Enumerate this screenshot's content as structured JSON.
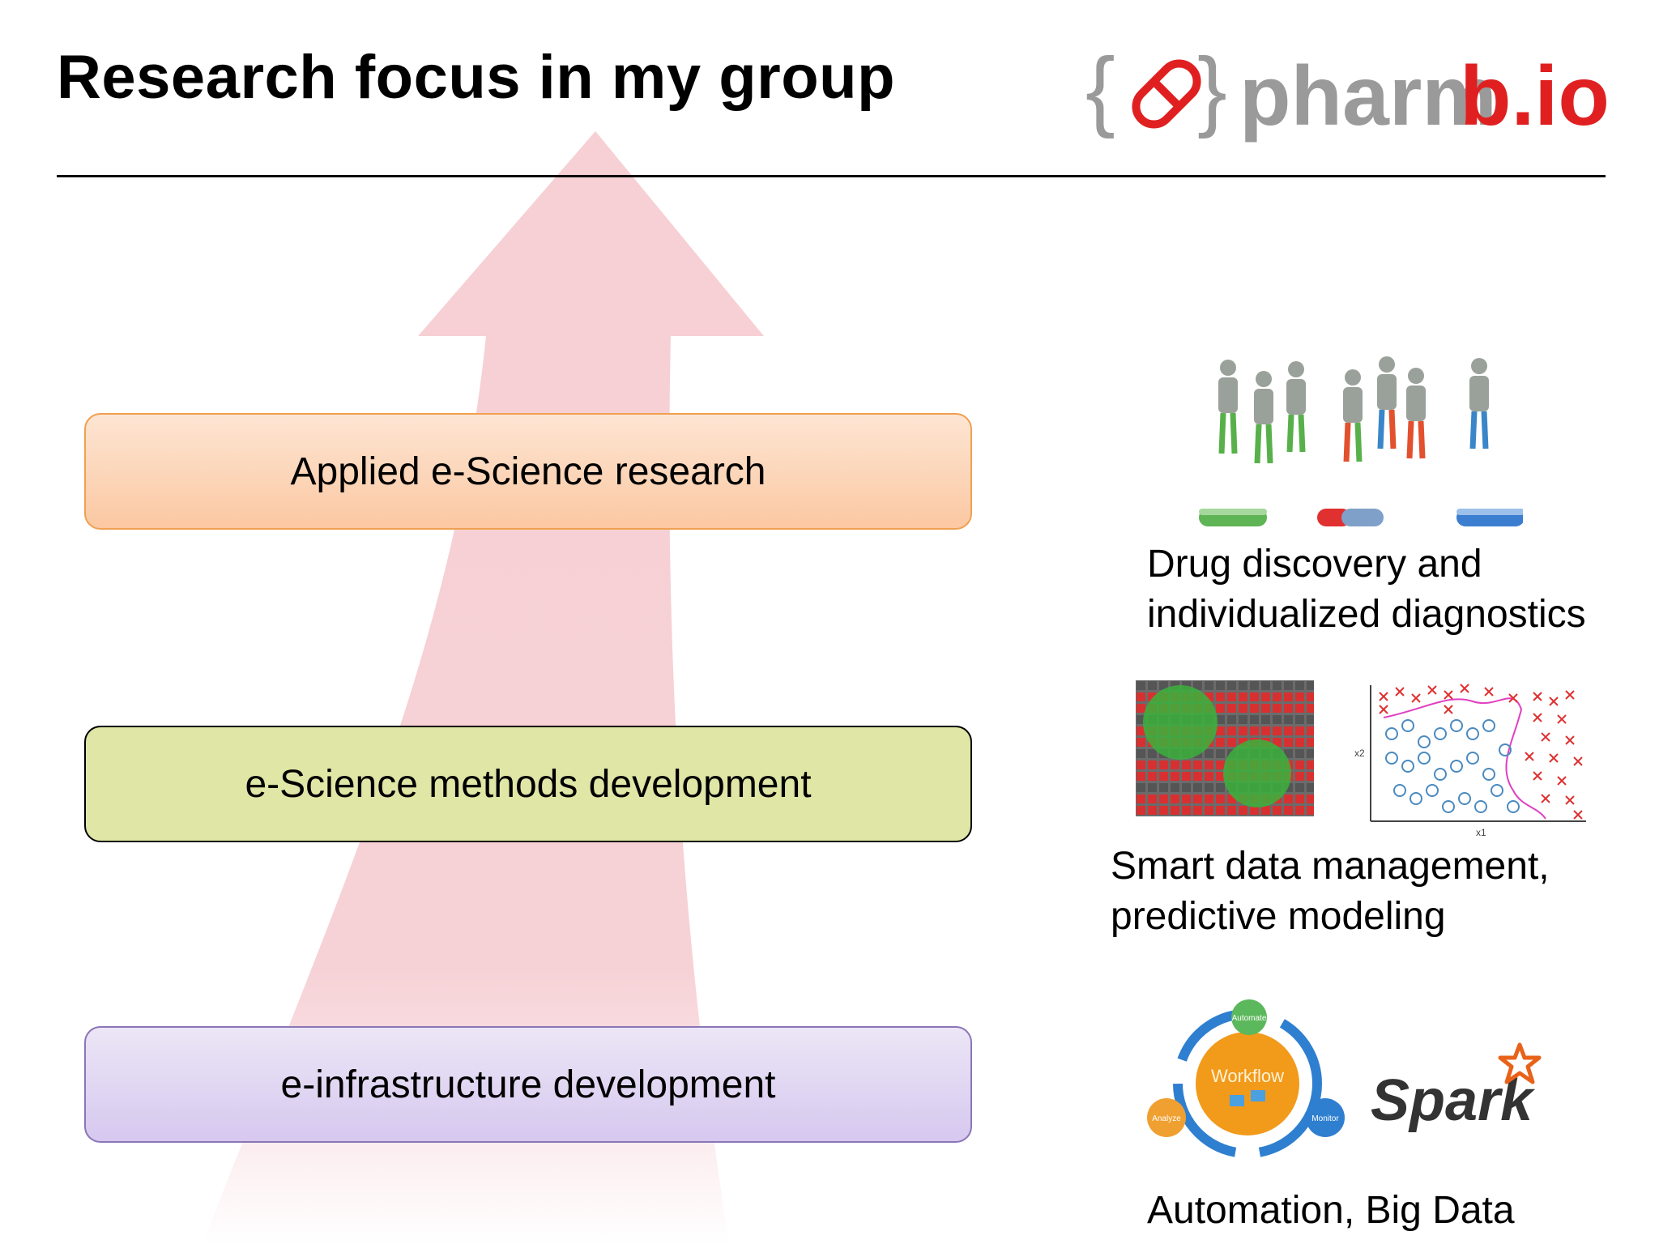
{
  "slide": {
    "title": "Research focus in my group"
  },
  "logo": {
    "text_light": "pharm",
    "text_bold": "b.io",
    "brace_left": "{",
    "brace_right": "}",
    "color_grey": "#9a9a9a",
    "color_red": "#e02020"
  },
  "levels": [
    {
      "label": "Applied e-Science research",
      "color": "#fbc8a2"
    },
    {
      "label": "e-Science methods development",
      "color": "#dfe6a6"
    },
    {
      "label": "e-infrastructure development",
      "color": "#d6c8ef"
    }
  ],
  "captions": {
    "drug": [
      "Drug discovery and",
      "individualized diagnostics"
    ],
    "smart": [
      "Smart data management,",
      "predictive modeling"
    ],
    "automation": "Automation, Big Data"
  },
  "workflow_diagram": {
    "center": "Workflow",
    "automate": "Automate",
    "analyze": "Analyze",
    "monitor": "Monitor"
  },
  "plot_labels": {
    "x_axis": "x1",
    "y_axis": "x2"
  },
  "spark": {
    "text": "Spark"
  },
  "icons": [
    "people-figures-icon",
    "pill-icon",
    "cell-grid-image-icon",
    "scatter-classification-icon",
    "workflow-cycle-icon",
    "spark-star-icon"
  ]
}
